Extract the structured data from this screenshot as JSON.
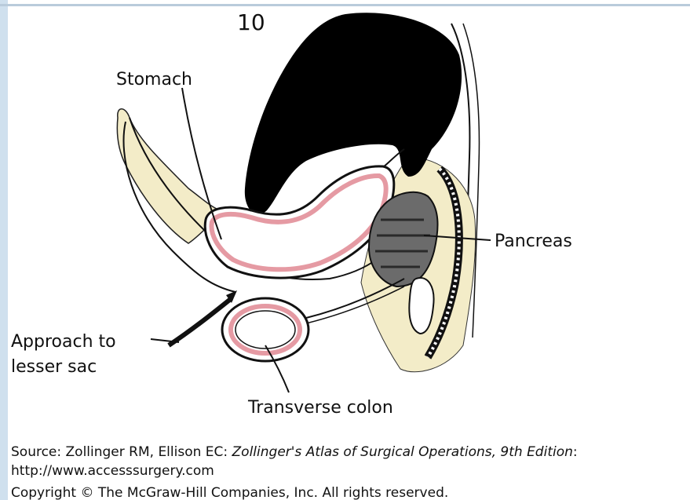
{
  "figure": {
    "panel_number": "10",
    "labels": {
      "stomach": "Stomach",
      "pancreas": "Pancreas",
      "approach_line1": "Approach to",
      "approach_line2": "lesser sac",
      "transverse_colon": "Transverse colon"
    }
  },
  "caption": {
    "source_prefix": "Source: Zollinger RM, Ellison EC: ",
    "source_title": "Zollinger's Atlas of Surgical Operations, 9th Edition",
    "source_suffix": ":",
    "url": "http://www.accesssurgery.com",
    "copyright": "Copyright © The McGraw-Hill Companies, Inc. All rights reserved."
  }
}
